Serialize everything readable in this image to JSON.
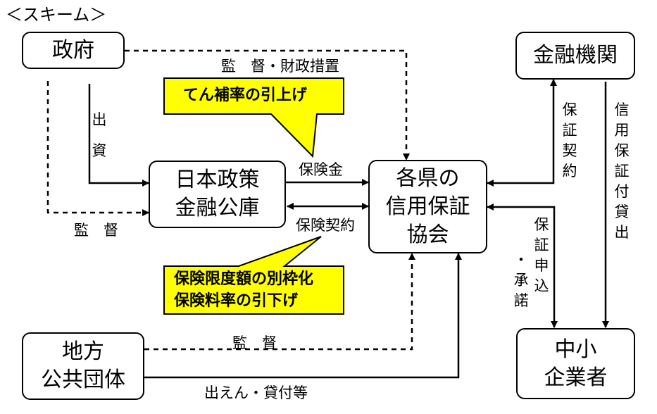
{
  "scheme_title": "＜スキーム＞",
  "nodes": {
    "government": "政府",
    "jfc": [
      "日本政策",
      "金融公庫"
    ],
    "cgc": [
      "各県の",
      "信用保証",
      "協会"
    ],
    "financial_institutions": "金融機関",
    "local_gov": [
      "地方",
      "公共団体"
    ],
    "sme": [
      "中小",
      "企業者"
    ]
  },
  "edges": {
    "supervision_fiscal": "監　督・財政措置",
    "investment": "出資",
    "supervision_jfc": "監　督",
    "insurance_money": "保険金",
    "insurance_contract": "保険契約",
    "guarantee_contract": "保証契約",
    "credit_guarantee_loan": "信用保証付貸出",
    "guarantee_application": "保証申込",
    "approval": "・承諾",
    "supervision_local": "監　督",
    "funding_loans": "出えん・貸付等"
  },
  "callouts": {
    "upper": "てん補率の引上げ",
    "lower": [
      "保険限度額の別枠化",
      "保険料率の引下げ"
    ]
  },
  "colors": {
    "callout_fill": "#ffff00",
    "line": "#000000"
  }
}
